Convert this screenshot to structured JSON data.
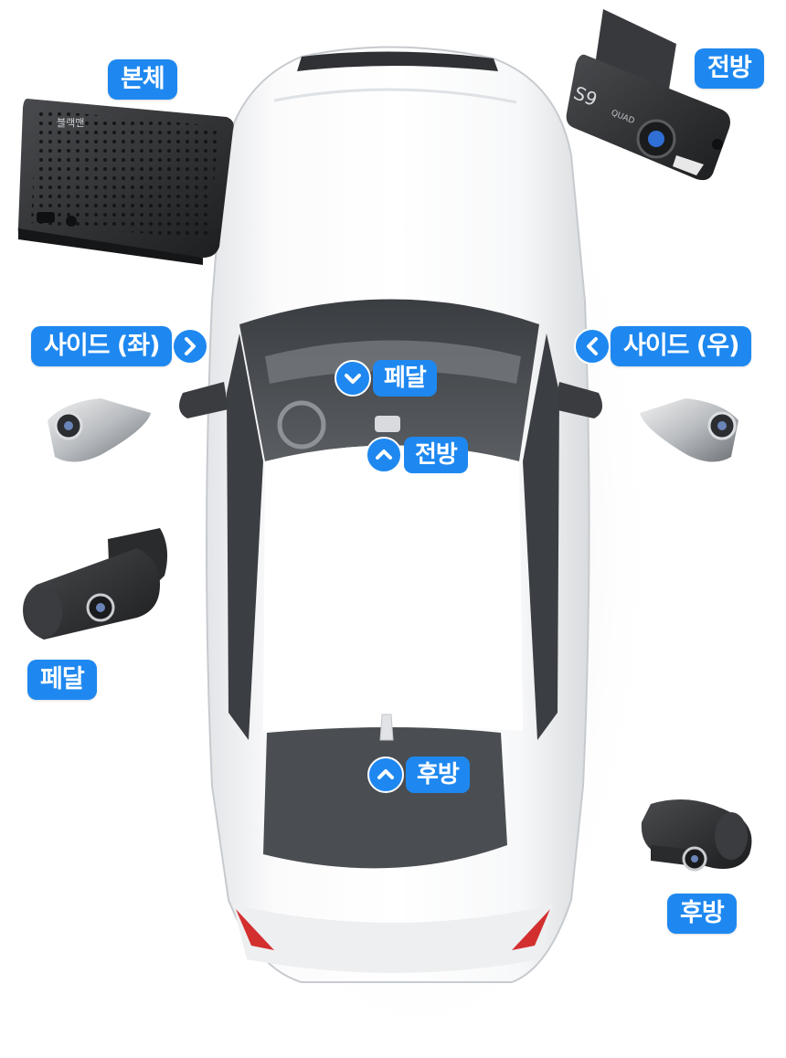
{
  "labels": {
    "body": "본체",
    "front_top": "전방",
    "side_left": "사이드 (좌)",
    "side_right": "사이드 (우)",
    "pedal_car": "페달",
    "front_car": "전방",
    "rear_car": "후방",
    "pedal_left": "페달",
    "rear_right": "후방"
  },
  "device": {
    "body_brand": "블랙맨",
    "front_model": "S9",
    "front_badge": "QUAD"
  },
  "colors": {
    "accent": "#1e88f0",
    "car_body": "#f6f7f8",
    "glass": "#2b2e31",
    "device_dark": "#2a2b2d"
  }
}
